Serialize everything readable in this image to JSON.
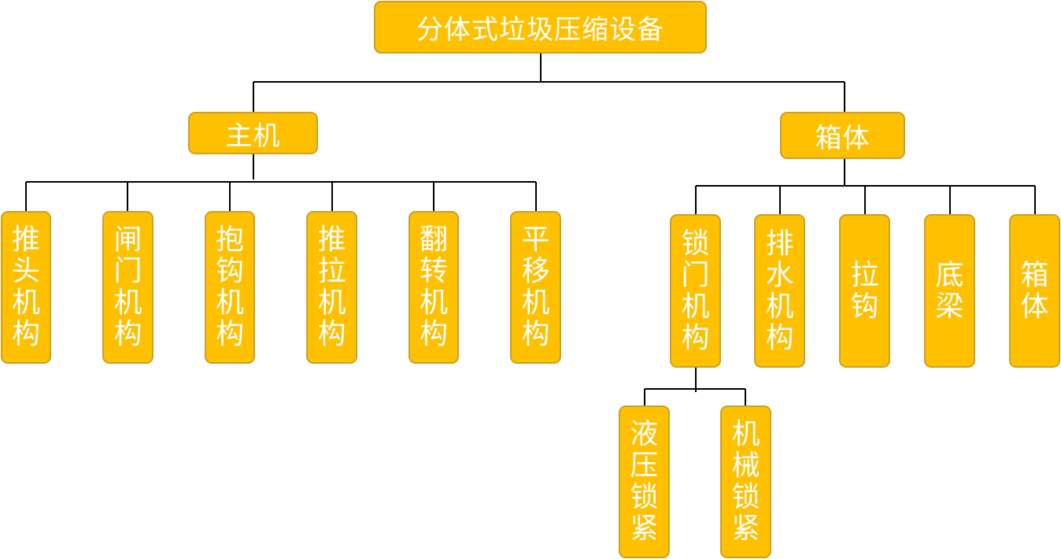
{
  "diagram": {
    "root": {
      "label": "分体式垃圾压缩设备"
    },
    "main_unit": {
      "label": "主机",
      "children": [
        "推头机构",
        "闸门机构",
        "抱钩机构",
        "推拉机构",
        "翻转机构",
        "平移机构"
      ]
    },
    "box_body": {
      "label": "箱体",
      "children": [
        "锁门机构",
        "排水机构",
        "拉钩",
        "底梁",
        "箱体"
      ]
    },
    "lock_door": {
      "children": [
        "液压锁紧",
        "机械锁紧"
      ]
    }
  },
  "colors": {
    "node_fill": "#ffc000",
    "node_border": "#c9a227",
    "node_text": "#ffffff",
    "connector": "#000000"
  }
}
